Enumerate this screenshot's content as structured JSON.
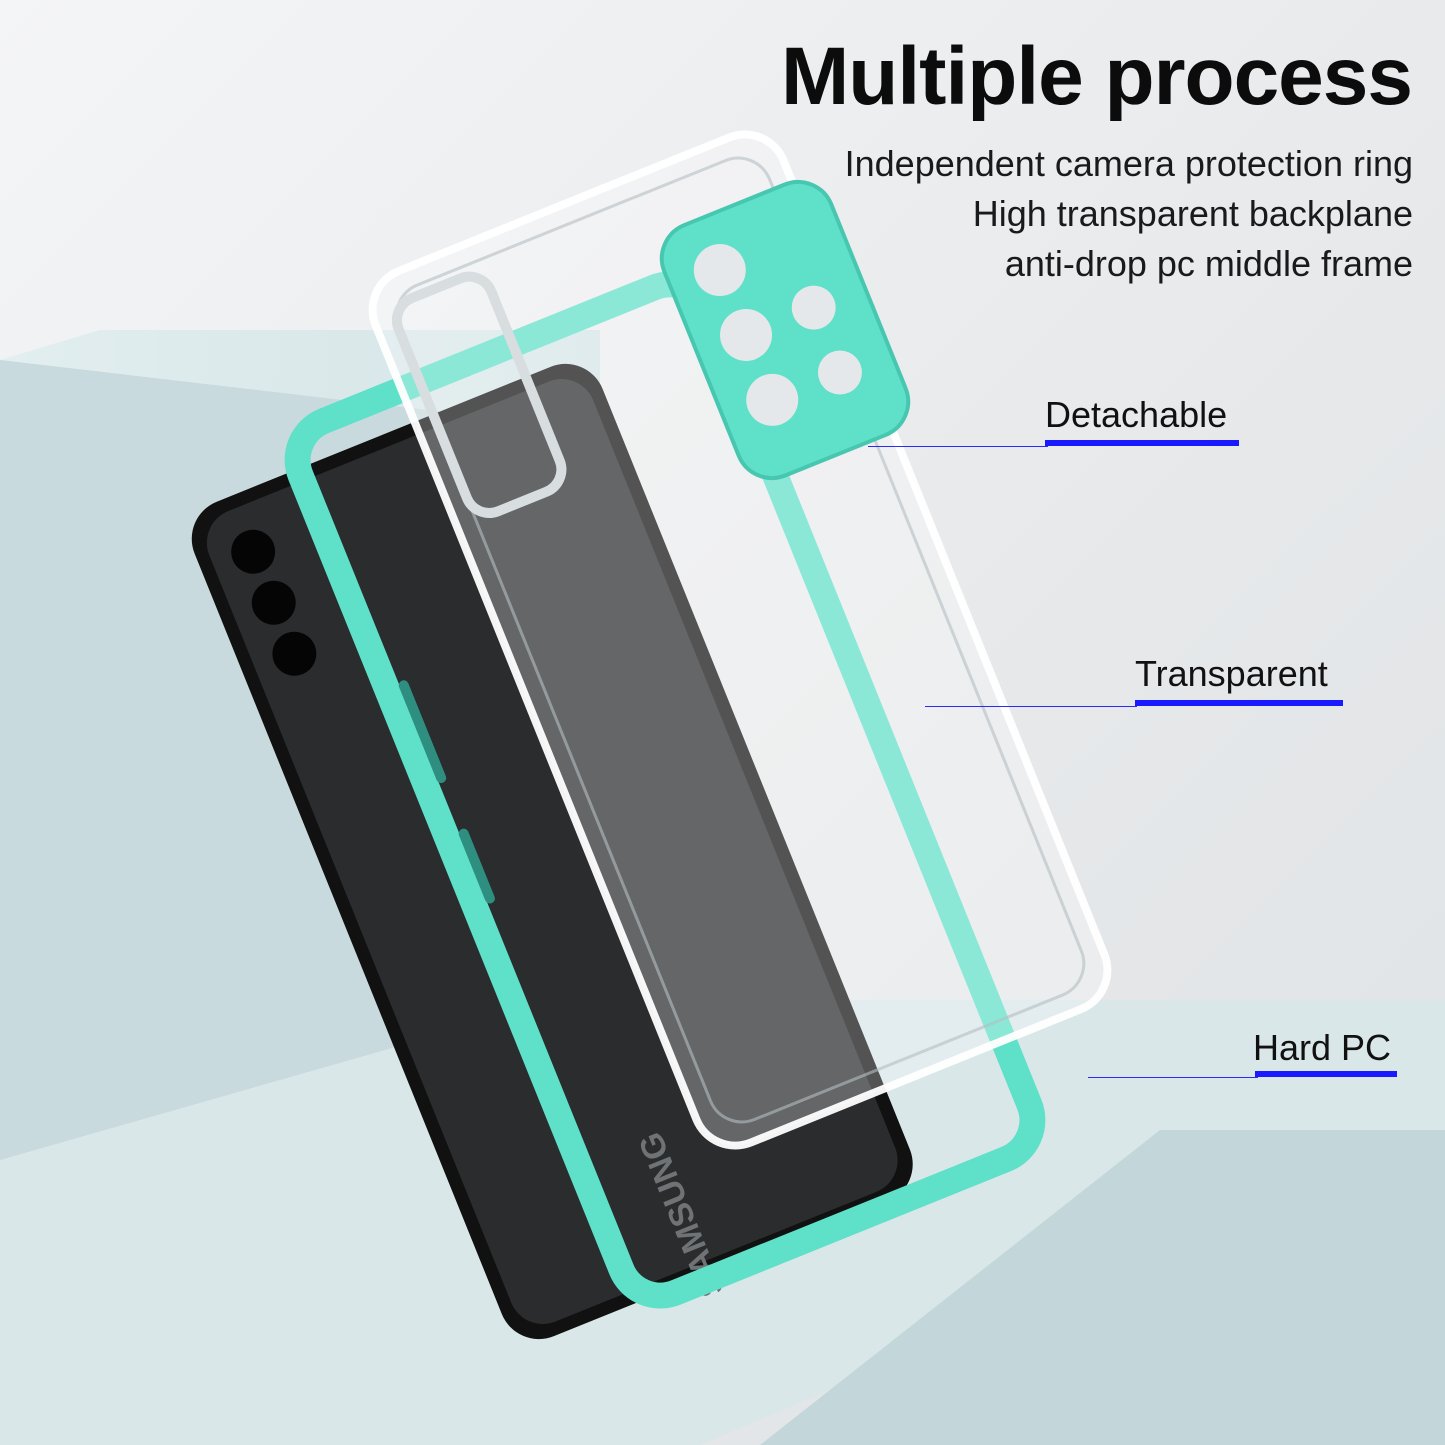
{
  "heading": {
    "title": "Multiple process",
    "lines": [
      "Independent camera protection ring",
      "High transparent backplane",
      "anti-drop pc middle frame"
    ]
  },
  "callouts": [
    {
      "label": "Detachable"
    },
    {
      "label": "Transparent"
    },
    {
      "label": "Hard PC"
    }
  ],
  "product": {
    "phone_brand_text": "SAMSUNG",
    "frame_color": "#5fe0c8",
    "accent_line_color": "#1a1aff"
  }
}
